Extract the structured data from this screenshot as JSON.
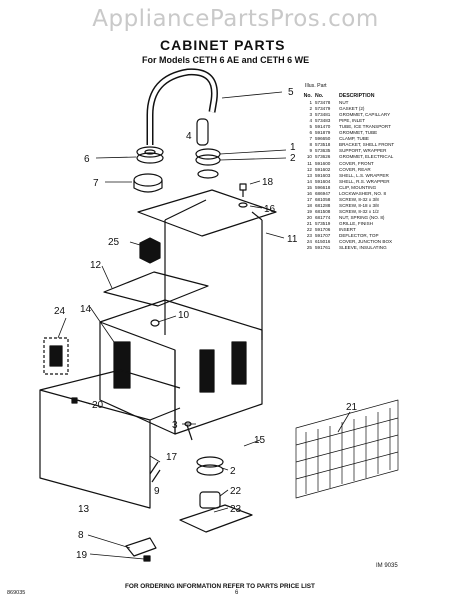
{
  "watermark": "AppliancePartsPros.com",
  "title": "CABINET PARTS",
  "subtitle": "For Models CETH 6 AE and CETH 6 WE",
  "parts_header": {
    "illus": "Illus. Part",
    "no": "No.",
    "part_no": "No.",
    "desc": "DESCRIPTION"
  },
  "parts": [
    {
      "no": "1",
      "part": "573478",
      "desc": "NUT"
    },
    {
      "no": "2",
      "part": "573479",
      "desc": "GASKET (2)"
    },
    {
      "no": "3",
      "part": "573481",
      "desc": "GROMMET, CAPILLARY"
    },
    {
      "no": "4",
      "part": "573483",
      "desc": "PIPE, INLET"
    },
    {
      "no": "5",
      "part": "591470",
      "desc": "TUBE, ICE TRANSPORT"
    },
    {
      "no": "6",
      "part": "591879",
      "desc": "GROMMET, TUBE"
    },
    {
      "no": "7",
      "part": "596650",
      "desc": "CLAMP, TUBE"
    },
    {
      "no": "8",
      "part": "573518",
      "desc": "BRACKET, SHELL FRONT"
    },
    {
      "no": "9",
      "part": "573635",
      "desc": "SUPPORT, WRAPPER"
    },
    {
      "no": "10",
      "part": "573626",
      "desc": "GROMMET, ELECTRICAL"
    },
    {
      "no": "11",
      "part": "591600",
      "desc": "COVER, FRONT"
    },
    {
      "no": "12",
      "part": "591602",
      "desc": "COVER, REAR"
    },
    {
      "no": "13",
      "part": "591603",
      "desc": "SHELL, L.S. WRAPPER"
    },
    {
      "no": "14",
      "part": "591604",
      "desc": "SHELL, R.S. WRAPPER"
    },
    {
      "no": "15",
      "part": "596618",
      "desc": "CLIP, MOUNTING"
    },
    {
      "no": "16",
      "part": "686947",
      "desc": "LOCKWASHER, NO. 8"
    },
    {
      "no": "17",
      "part": "681058",
      "desc": "SCREW, 8-32 x 3/8"
    },
    {
      "no": "18",
      "part": "681288",
      "desc": "SCREW, 8-18 x 3/8"
    },
    {
      "no": "19",
      "part": "681508",
      "desc": "SCREW, 8-32 x 1/2"
    },
    {
      "no": "20",
      "part": "681774",
      "desc": "NUT, SPRING (NO. 8)"
    },
    {
      "no": "21",
      "part": "573519",
      "desc": "GRILLE, FINISH"
    },
    {
      "no": "22",
      "part": "591706",
      "desc": "INSERT"
    },
    {
      "no": "23",
      "part": "591707",
      "desc": "DEFLECTOR, TOP"
    },
    {
      "no": "24",
      "part": "615016",
      "desc": "COVER, JUNCTION BOX"
    },
    {
      "no": "25",
      "part": "591761",
      "desc": "SLEEVE, INSULATING"
    }
  ],
  "callouts": [
    "1",
    "2",
    "3",
    "4",
    "5",
    "6",
    "7",
    "8",
    "9",
    "10",
    "11",
    "12",
    "13",
    "14",
    "15",
    "16",
    "17",
    "18",
    "19",
    "20",
    "21",
    "22",
    "23",
    "24",
    "25"
  ],
  "im_code": "IM 9035",
  "footer": "FOR ORDERING INFORMATION REFER TO PARTS PRICE LIST",
  "doc_number": "869035",
  "page_number": "6"
}
